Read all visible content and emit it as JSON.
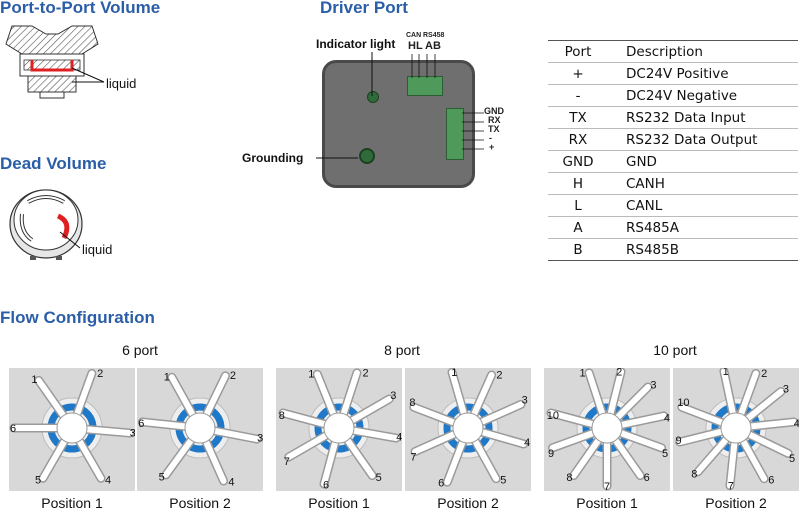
{
  "sections": {
    "port_to_port": {
      "title": "Port-to-Port Volume",
      "liquid_label": "liquid"
    },
    "dead_volume": {
      "title": "Dead Volume",
      "liquid_label": "liquid"
    },
    "driver_port": {
      "title": "Driver Port",
      "indicator_label": "Indicator light",
      "grounding_label": "Grounding",
      "connector_top_labels": [
        "CAN",
        "RS458"
      ],
      "connector_top_pins": [
        "H",
        "L",
        "A",
        "B"
      ],
      "side_pins": [
        "GND",
        "RX",
        "TX",
        "-",
        "+"
      ]
    },
    "flow": {
      "title": "Flow Configuration"
    }
  },
  "port_table": {
    "headers": [
      "Port",
      "Description"
    ],
    "rows": [
      [
        "+",
        "DC24V Positive"
      ],
      [
        "-",
        "DC24V Negative"
      ],
      [
        "TX",
        "RS232 Data Input"
      ],
      [
        "RX",
        "RS232 Data Output"
      ],
      [
        "GND",
        "GND"
      ],
      [
        "H",
        "CANH"
      ],
      [
        "L",
        "CANL"
      ],
      [
        "A",
        "RS485A"
      ],
      [
        "B",
        "RS485B"
      ]
    ]
  },
  "flow_groups": [
    {
      "label": "6 port",
      "ports": 6,
      "positions": [
        "Position 1",
        "Position 2"
      ]
    },
    {
      "label": "8 port",
      "ports": 8,
      "positions": [
        "Position 1",
        "Position 2"
      ]
    },
    {
      "label": "10 port",
      "ports": 10,
      "positions": [
        "Position 1",
        "Position 2"
      ]
    }
  ],
  "colors": {
    "heading": "#2b5ea8",
    "liquid": "#e02020",
    "blue_ring": "#1f78c8"
  }
}
